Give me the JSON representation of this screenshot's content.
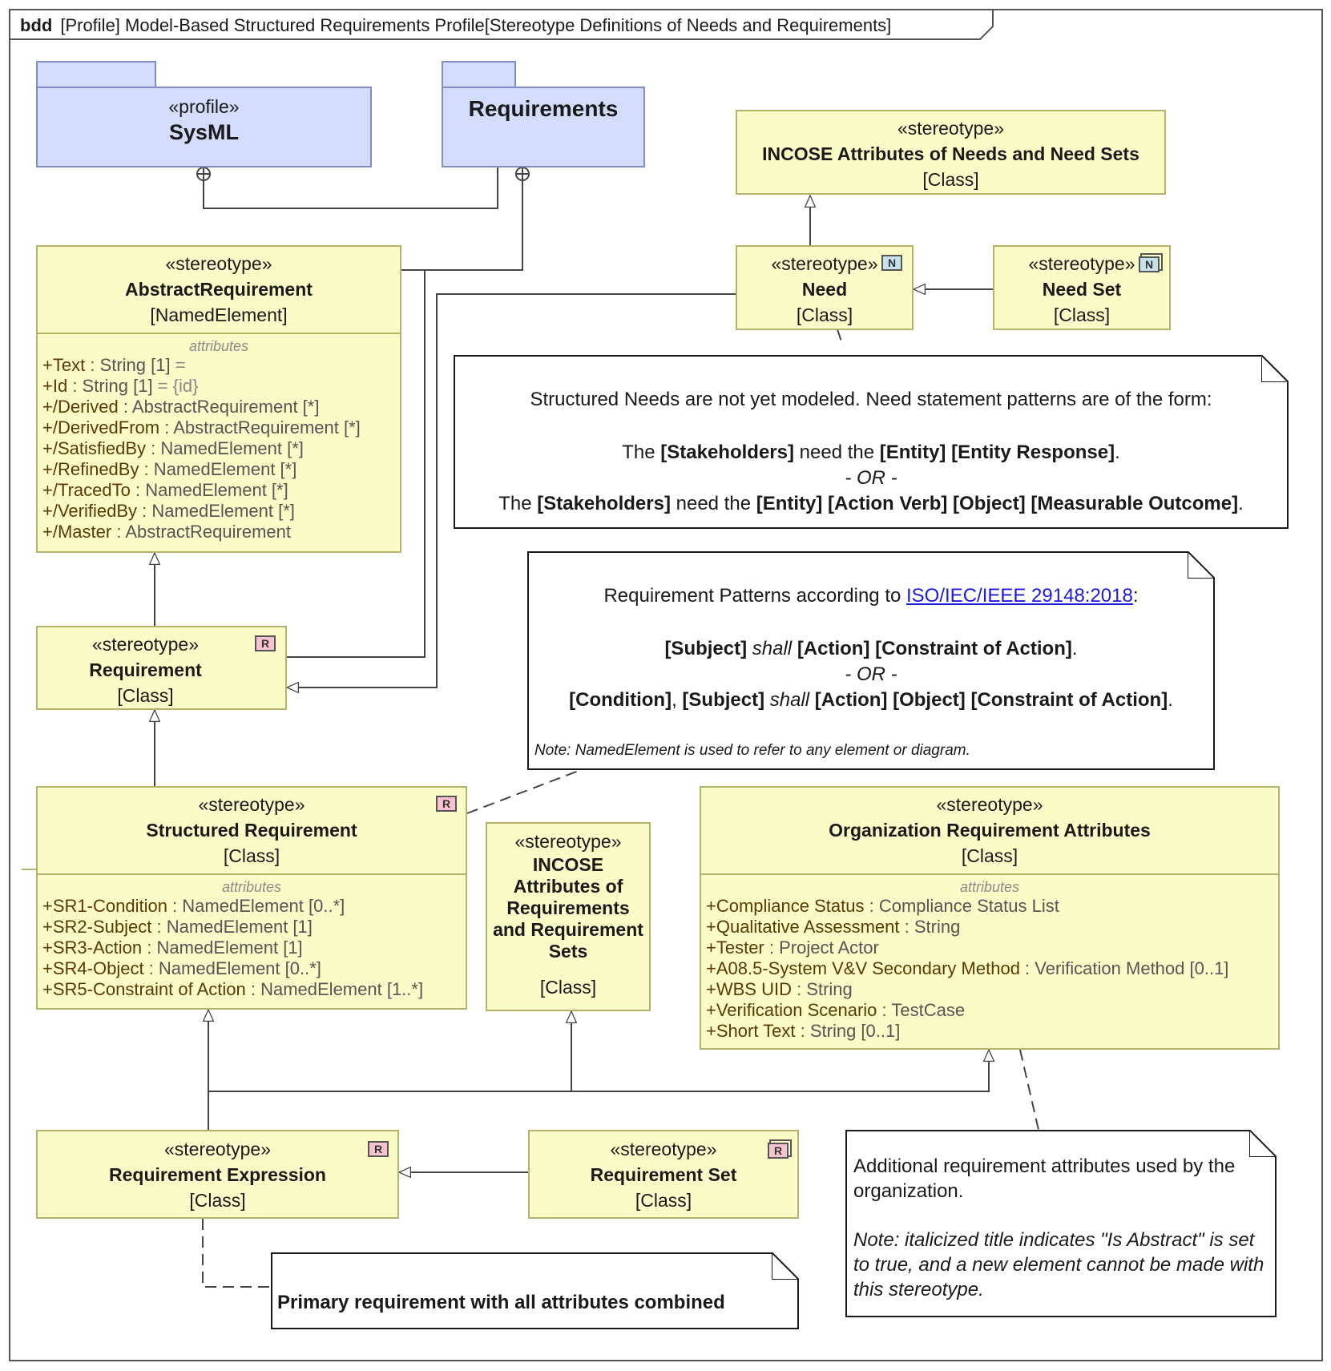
{
  "frame": {
    "kind": "bdd",
    "title": "[Profile] Model-Based Structured Requirements Profile[Stereotype Definitions of Needs and Requirements]"
  },
  "packages": {
    "sysml": {
      "stereotype": "«profile»",
      "name": "SysML"
    },
    "requirements": {
      "name": "Requirements"
    }
  },
  "classes": {
    "incose_needs_attrs": {
      "stereotype": "«stereotype»",
      "name": "INCOSE Attributes of Needs and Need Sets",
      "metaclass": "[Class]"
    },
    "need": {
      "stereotype": "«stereotype»",
      "name": "Need",
      "metaclass": "[Class]",
      "badge": "N"
    },
    "need_set": {
      "stereotype": "«stereotype»",
      "name": "Need Set",
      "metaclass": "[Class]",
      "badge": "N"
    },
    "abstract_requirement": {
      "stereotype": "«stereotype»",
      "name": "AbstractRequirement",
      "metaclass": "[NamedElement]",
      "compartment": "attributes",
      "attributes": [
        {
          "name": "+Text",
          "type": " : String [1]",
          "default": " ="
        },
        {
          "name": "+Id",
          "type": " : String [1]",
          "default": " = {id}"
        },
        {
          "name": "+/Derived",
          "type": " : AbstractRequirement [*]",
          "default": ""
        },
        {
          "name": "+/DerivedFrom",
          "type": " : AbstractRequirement [*]",
          "default": ""
        },
        {
          "name": "+/SatisfiedBy",
          "type": " : NamedElement [*]",
          "default": ""
        },
        {
          "name": "+/RefinedBy",
          "type": " : NamedElement [*]",
          "default": ""
        },
        {
          "name": "+/TracedTo",
          "type": "  : NamedElement [*]",
          "default": ""
        },
        {
          "name": "+/VerifiedBy",
          "type": " : NamedElement [*]",
          "default": ""
        },
        {
          "name": "+/Master",
          "type": " : AbstractRequirement",
          "default": ""
        }
      ]
    },
    "requirement": {
      "stereotype": "«stereotype»",
      "name": "Requirement",
      "metaclass": "[Class]",
      "badge": "R"
    },
    "structured_requirement": {
      "stereotype": "«stereotype»",
      "name": "Structured Requirement",
      "metaclass": "[Class]",
      "badge": "R",
      "compartment": "attributes",
      "attributes": [
        {
          "name": "+SR1-Condition",
          "type": " : NamedElement [0..*]"
        },
        {
          "name": "+SR2-Subject",
          "type": " : NamedElement [1]"
        },
        {
          "name": "+SR3-Action",
          "type": " : NamedElement [1]"
        },
        {
          "name": "+SR4-Object",
          "type": " : NamedElement [0..*]"
        },
        {
          "name": "+SR5-Constraint of Action",
          "type": " : NamedElement [1..*]"
        }
      ]
    },
    "incose_req_attrs": {
      "stereotype": "«stereotype»",
      "name_lines": [
        "INCOSE",
        "Attributes of",
        "Requirements",
        "and Requirement",
        "Sets"
      ],
      "metaclass": "[Class]"
    },
    "org_req_attrs": {
      "stereotype": "«stereotype»",
      "name": "Organization Requirement Attributes",
      "metaclass": "[Class]",
      "compartment": "attributes",
      "attributes": [
        {
          "name": "+Compliance Status",
          "type": " : Compliance Status List"
        },
        {
          "name": "+Qualitative Assessment",
          "type": " : String"
        },
        {
          "name": "+Tester",
          "type": " : Project Actor"
        },
        {
          "name": "+A08.5-System V&V Secondary Method",
          "type": " : Verification Method [0..1]"
        },
        {
          "name": "+WBS UID",
          "type": " : String"
        },
        {
          "name": "+Verification Scenario",
          "type": " : TestCase"
        },
        {
          "name": "+Short Text",
          "type": " : String [0..1]"
        }
      ]
    },
    "requirement_expression": {
      "stereotype": "«stereotype»",
      "name": "Requirement Expression",
      "metaclass": "[Class]",
      "badge": "R"
    },
    "requirement_set": {
      "stereotype": "«stereotype»",
      "name": "Requirement Set",
      "metaclass": "[Class]",
      "badge": "R"
    }
  },
  "notes": {
    "needs": {
      "intro": "Structured Needs are not yet modeled. Need statement patterns are of the form:",
      "p1": {
        "a": "The ",
        "b": "[Stakeholders]",
        "c": " need the ",
        "d": "[Entity] [Entity Response]",
        "e": "."
      },
      "or": "- OR -",
      "p2": {
        "a": "The ",
        "b": "[Stakeholders]",
        "c": " need the ",
        "d": "[Entity] [Action Verb] [Object] [Measurable Outcome]",
        "e": "."
      }
    },
    "requirements": {
      "intro_pre": "Requirement Patterns according to ",
      "intro_link": "ISO/IEC/IEEE 29148:2018",
      "intro_post": ":",
      "p1": {
        "a": "[Subject]",
        "shall": " shall ",
        "b": "[Action] [Constraint of Action]",
        "end": "."
      },
      "or": "- OR -",
      "p2": {
        "a": "[Condition]",
        "sep": ", ",
        "b": "[Subject]",
        "shall": " shall ",
        "c": "[Action] [Object] [Constraint of Action]",
        "end": "."
      },
      "footnote": "Note: NamedElement is used to refer to any element or diagram."
    },
    "org_attrs": {
      "text": "Additional requirement attributes used by the organization.",
      "note": "Note: italicized title indicates \"Is Abstract\" is set to true, and a new element cannot be made with this stereotype."
    },
    "primary": {
      "text": "Primary requirement with all attributes combined"
    }
  },
  "colors": {
    "class_fill": "#fbfbc8",
    "class_border": "#b3b36b",
    "package_fill": "#d3ddfb",
    "package_border": "#7f8fc0",
    "line": "#444444",
    "link": "#1a1ae0",
    "badge_req": "#f7c3d1",
    "badge_need": "#c8e2ec"
  }
}
